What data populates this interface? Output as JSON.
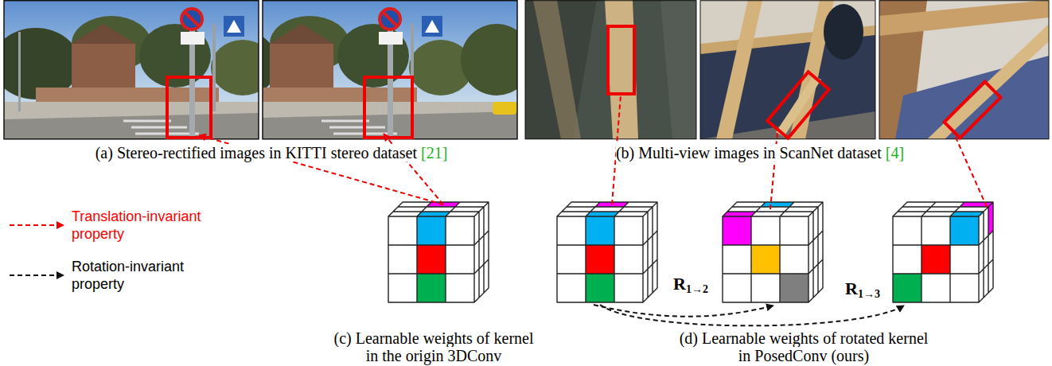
{
  "diagram": {
    "labels": [
      "(a) Stereo-rectified images in KITTI stereo dataset",
      "[21]",
      "(b) Multi-view images in ScanNet dataset",
      "[4]",
      "(c) Learnable weights of kernel in the origin 3DConv",
      "(d) Learnable weights of rotated kernel in PosedConv (ours)",
      "R",
      "1→2",
      "R",
      "1→3"
    ],
    "legend": [
      {
        "text": "Translation-invariant property"
      },
      {
        "text": "Rotation-invariant property"
      }
    ]
  }
}
